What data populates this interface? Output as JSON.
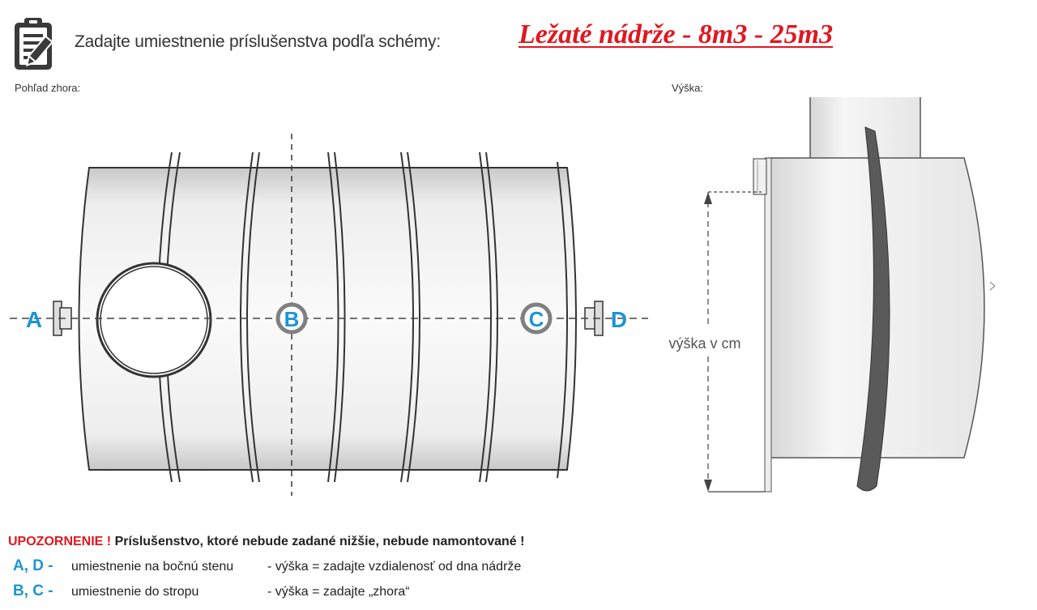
{
  "header": {
    "icon": "clipboard-pencil-icon",
    "heading": "Zadajte umiestnenie príslušenstva podľa schémy:",
    "title": "Ležaté nádrže - 8m3 - 25m3"
  },
  "views": {
    "top_label": "Pohľad zhora:",
    "height_label": "Výška:"
  },
  "markers": {
    "a": "A",
    "b": "B",
    "c": "C",
    "d": "D"
  },
  "dimension": {
    "label": "výška v cm"
  },
  "notice": {
    "warning_title": "UPOZORNENIE !",
    "warning_text": "Príslušenstvo, ktoré nebude zadané nižšie, nebude namontované !",
    "rows": [
      {
        "key": "A, D  -",
        "placement": "umiestnenie na bočnú stenu",
        "height_rule": "- výška = zadajte vzdialenosť od dna nádrže"
      },
      {
        "key": "B, C  -",
        "placement": "umiestnenie do stropu",
        "height_rule": "- výška = zadajte „zhora“"
      }
    ]
  },
  "colors": {
    "accent_blue": "#1b95d3",
    "warning_red": "#e0171f"
  }
}
